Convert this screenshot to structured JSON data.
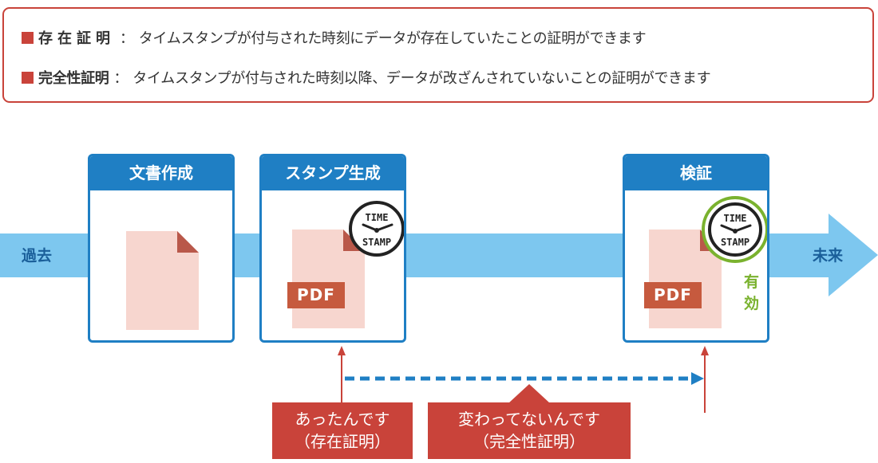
{
  "legend": {
    "rows": [
      {
        "term": "存在証明",
        "desc": "タイムスタンプが付与された時刻にデータが存在していたことの証明ができます"
      },
      {
        "term": "完全性証明",
        "desc": "タイムスタンプが付与された時刻以降、データが改ざんされていないことの証明ができます"
      }
    ],
    "separator": "："
  },
  "timeline": {
    "start_label": "過去",
    "end_label": "未来"
  },
  "cards": [
    {
      "title": "文書作成"
    },
    {
      "title": "スタンプ生成",
      "file_label": "PDF",
      "stamp_text": [
        "TIME",
        "STAMP"
      ]
    },
    {
      "title": "検証",
      "file_label": "PDF",
      "stamp_text": [
        "TIME",
        "STAMP"
      ],
      "status": "有効"
    }
  ],
  "callouts": [
    {
      "line1": "あったんです",
      "line2": "（存在証明）"
    },
    {
      "line1": "変わってないんです",
      "line2": "（完全性証明）"
    }
  ],
  "colors": {
    "accent_red": "#c9433a",
    "card_blue": "#1f7fc4",
    "timeline_blue": "#7dc7ef",
    "doc_pink": "#f7d6cf",
    "pdf_tag": "#c65a3e",
    "valid_green": "#7ab22e"
  }
}
